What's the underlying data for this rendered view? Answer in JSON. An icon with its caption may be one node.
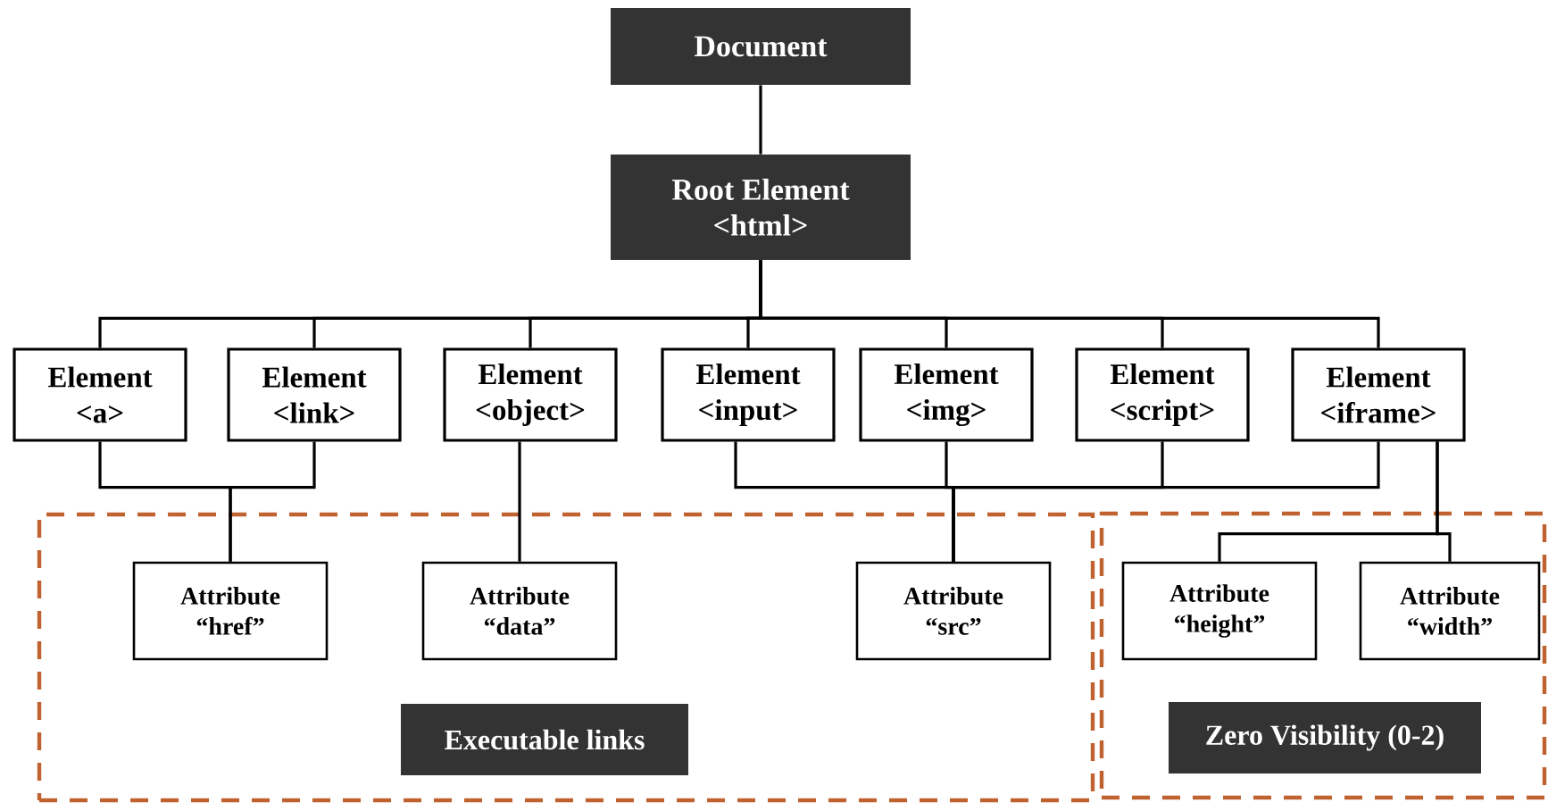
{
  "diagram": {
    "nodes": [
      {
        "text": [
          "Document"
        ]
      },
      {
        "text": [
          "Root Element",
          "<html>"
        ]
      },
      {
        "text": [
          "Element",
          "<a>"
        ]
      },
      {
        "text": [
          "Element",
          "<link>"
        ]
      },
      {
        "text": [
          "Element",
          "<object>"
        ]
      },
      {
        "text": [
          "Element",
          "<input>"
        ]
      },
      {
        "text": [
          "Element",
          "<img>"
        ]
      },
      {
        "text": [
          "Element",
          "<script>"
        ]
      },
      {
        "text": [
          "Element",
          "<iframe>"
        ]
      },
      {
        "text": [],
        "shape": "box"
      },
      {
        "text": [
          "Attribute",
          "“href”"
        ],
        "in": 9
      },
      {
        "text": [
          "Attribute",
          "“data”"
        ],
        "in": 9
      },
      {
        "text": [
          "Attribute",
          "“src”"
        ],
        "in": 9
      },
      {
        "text": [
          "Executable links"
        ],
        "in": 9
      },
      {
        "text": [],
        "shape": "box"
      },
      {
        "text": [
          "Attribute",
          "“height”"
        ],
        "in": 14
      },
      {
        "text": [
          "Attribute",
          "“width”"
        ],
        "in": 14
      },
      {
        "text": [
          "Zero Visibility (0-2)"
        ],
        "in": 14
      }
    ],
    "edges": [
      {
        "from": 0,
        "to": 1,
        "arrow": "none"
      },
      {
        "from": 1,
        "to": 2,
        "arrow": "none"
      },
      {
        "from": 1,
        "to": 3,
        "arrow": "none"
      },
      {
        "from": 1,
        "to": 4,
        "arrow": "none"
      },
      {
        "from": 1,
        "to": 5,
        "arrow": "none"
      },
      {
        "from": 1,
        "to": 6,
        "arrow": "none"
      },
      {
        "from": 1,
        "to": 7,
        "arrow": "none"
      },
      {
        "from": 1,
        "to": 8,
        "arrow": "none"
      },
      {
        "from": 2,
        "to": 10,
        "arrow": "none"
      },
      {
        "from": 3,
        "to": 10,
        "arrow": "none"
      },
      {
        "from": 4,
        "to": 11,
        "arrow": "none"
      },
      {
        "from": 5,
        "to": 12,
        "arrow": "none"
      },
      {
        "from": 6,
        "to": 12,
        "arrow": "none"
      },
      {
        "from": 7,
        "to": 12,
        "arrow": "none"
      },
      {
        "from": 8,
        "to": 12,
        "arrow": "none"
      },
      {
        "from": 8,
        "to": 15,
        "arrow": "none"
      },
      {
        "from": 8,
        "to": 16,
        "arrow": "none"
      }
    ]
  }
}
